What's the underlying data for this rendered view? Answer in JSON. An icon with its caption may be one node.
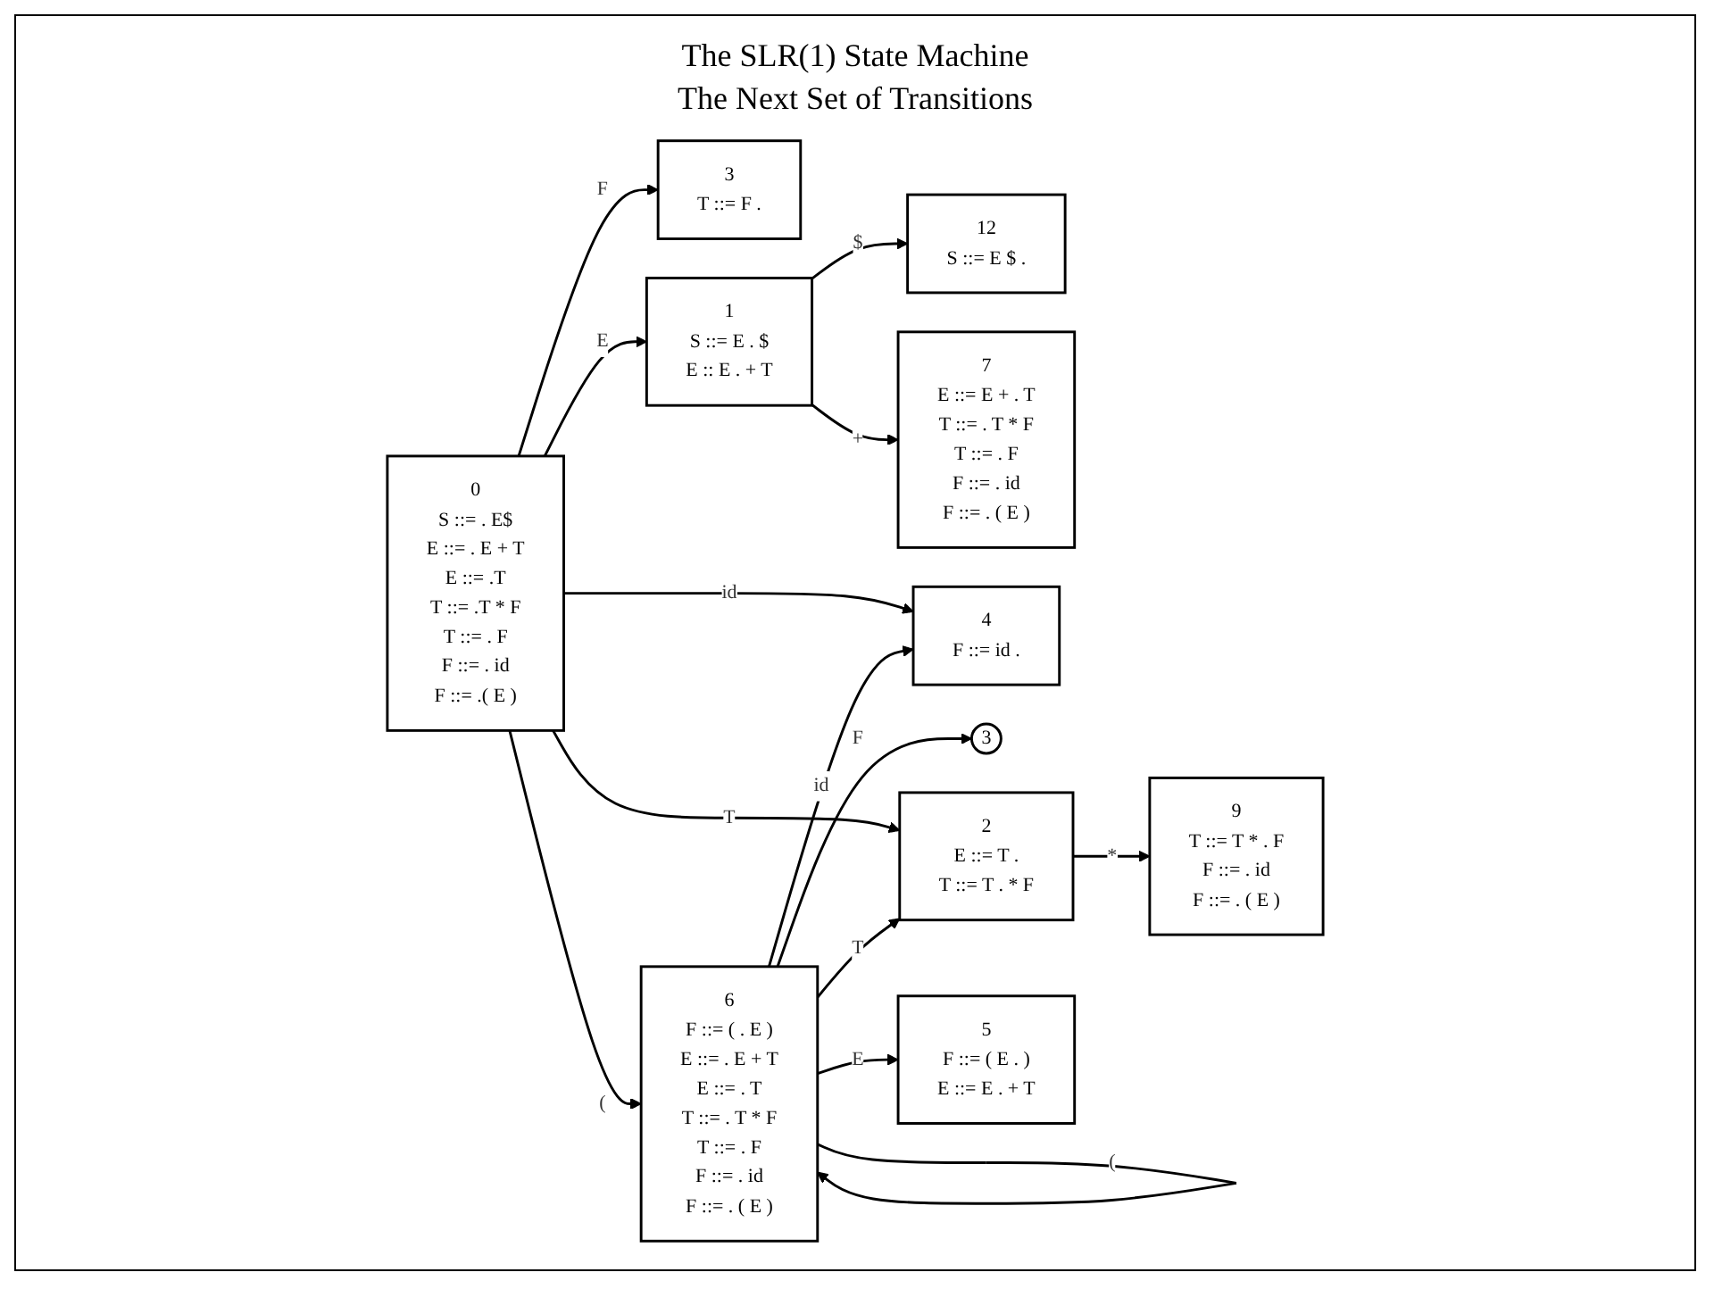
{
  "diagram": {
    "title": "The SLR(1) State Machine",
    "nodes": [
      {
        "text": [
          "3",
          "T ::= F ."
        ]
      },
      {
        "text": [
          "0",
          "S ::= . E$",
          "E ::= . E + T",
          "E ::= .T",
          "T ::= .T * F",
          "T ::= . F",
          "F ::= . id",
          "F ::= .( E )"
        ]
      },
      {
        "text": [
          "1",
          "S ::= E . $",
          "E :: E . + T"
        ]
      },
      {
        "text": [
          "12",
          "S ::= E $ ."
        ]
      },
      {
        "text": [
          "7",
          "E ::= E + . T",
          "T ::= . T * F",
          "T ::= . F",
          "F ::= . id",
          "F ::= . ( E )"
        ]
      },
      {
        "text": [
          "4",
          "F ::= id ."
        ]
      },
      {
        "text": [
          "3"
        ]
      },
      {
        "text": [
          "6",
          "F ::= ( . E )",
          "E ::= . E + T",
          "E ::= . T",
          "T ::= . T * F",
          "T ::= . F",
          "F ::= . id",
          "F ::= . ( E )"
        ]
      },
      {
        "text": [
          "2",
          "E ::= T .",
          "T ::= T . * F"
        ]
      },
      {
        "text": [
          "9",
          "T ::= T * . F",
          "F ::= . id",
          "F ::= . ( E )"
        ]
      },
      {
        "text": [
          "5",
          "F ::= ( E . )",
          "E ::= E . + T"
        ]
      }
    ],
    "edges": [
      {
        "from": 1,
        "to": 0,
        "arrow": "to",
        "label": "F"
      },
      {
        "from": 1,
        "to": 2,
        "arrow": "to",
        "label": "E"
      },
      {
        "from": 1,
        "to": 5,
        "arrow": "to",
        "label": "id"
      },
      {
        "from": 2,
        "to": 3,
        "arrow": "to",
        "label": "$"
      },
      {
        "from": 2,
        "to": 4,
        "arrow": "to",
        "label": "+"
      },
      {
        "from": 1,
        "to": 8,
        "arrow": "to",
        "label": "T"
      },
      {
        "from": 1,
        "to": 7,
        "arrow": "to",
        "label": "("
      },
      {
        "from": 7,
        "to": 5,
        "arrow": "to",
        "label": "id"
      },
      {
        "from": 7,
        "to": 6,
        "arrow": "to",
        "label": "F"
      },
      {
        "from": 7,
        "to": 7,
        "arrow": "to",
        "label": "("
      },
      {
        "from": 7,
        "to": 8,
        "arrow": "to",
        "label": "T"
      },
      {
        "from": 8,
        "to": 9,
        "arrow": "to",
        "label": "*"
      },
      {
        "from": 7,
        "to": 10,
        "arrow": "to",
        "label": "E"
      }
    ],
    "labels": [
      "The Next Set of Transitions"
    ]
  }
}
